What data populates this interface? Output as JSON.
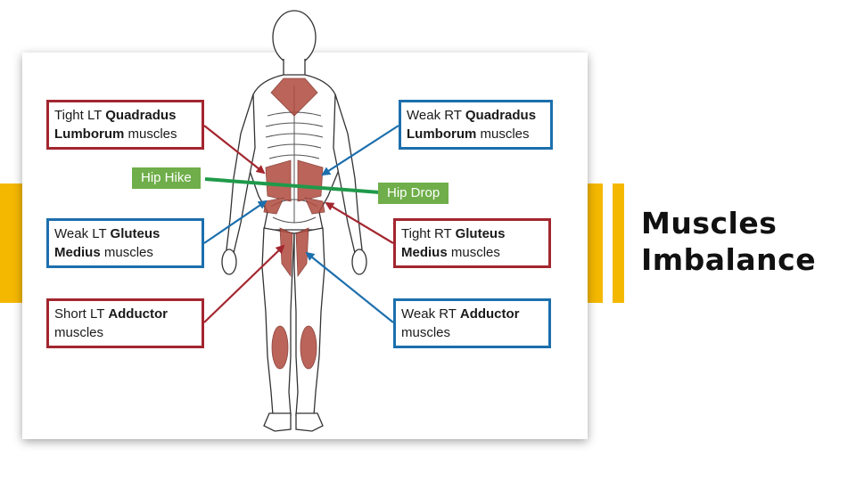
{
  "title": {
    "line1": "Muscles",
    "line2": "Imbalance"
  },
  "colors": {
    "accent_yellow": "#f5b800",
    "tight_red": "#a3262f",
    "weak_blue": "#1c6fad",
    "hip_green": "#6fae4a",
    "muscle": "#b04a3e"
  },
  "hip_tags": {
    "hike": "Hip Hike",
    "drop": "Hip Drop"
  },
  "labels": {
    "ql_left": {
      "pre": "Tight LT ",
      "bold1": "Quadradus",
      "bold2": "Lumborum",
      "post": " muscles"
    },
    "ql_right": {
      "pre": "Weak RT ",
      "bold1": "Quadradus",
      "bold2": "Lumborum",
      "post": " muscles"
    },
    "glut_left": {
      "pre": "Weak LT ",
      "bold1": "Gluteus",
      "bold2": "Medius",
      "post": " muscles"
    },
    "glut_right": {
      "pre": "Tight RT ",
      "bold1": "Gluteus",
      "bold2": "Medius",
      "post": " muscles"
    },
    "add_left": {
      "pre": "Short LT ",
      "bold1": "Adductor",
      "post": "muscles"
    },
    "add_right": {
      "pre": "Weak RT ",
      "bold1": "Adductor",
      "post": "muscles"
    }
  }
}
